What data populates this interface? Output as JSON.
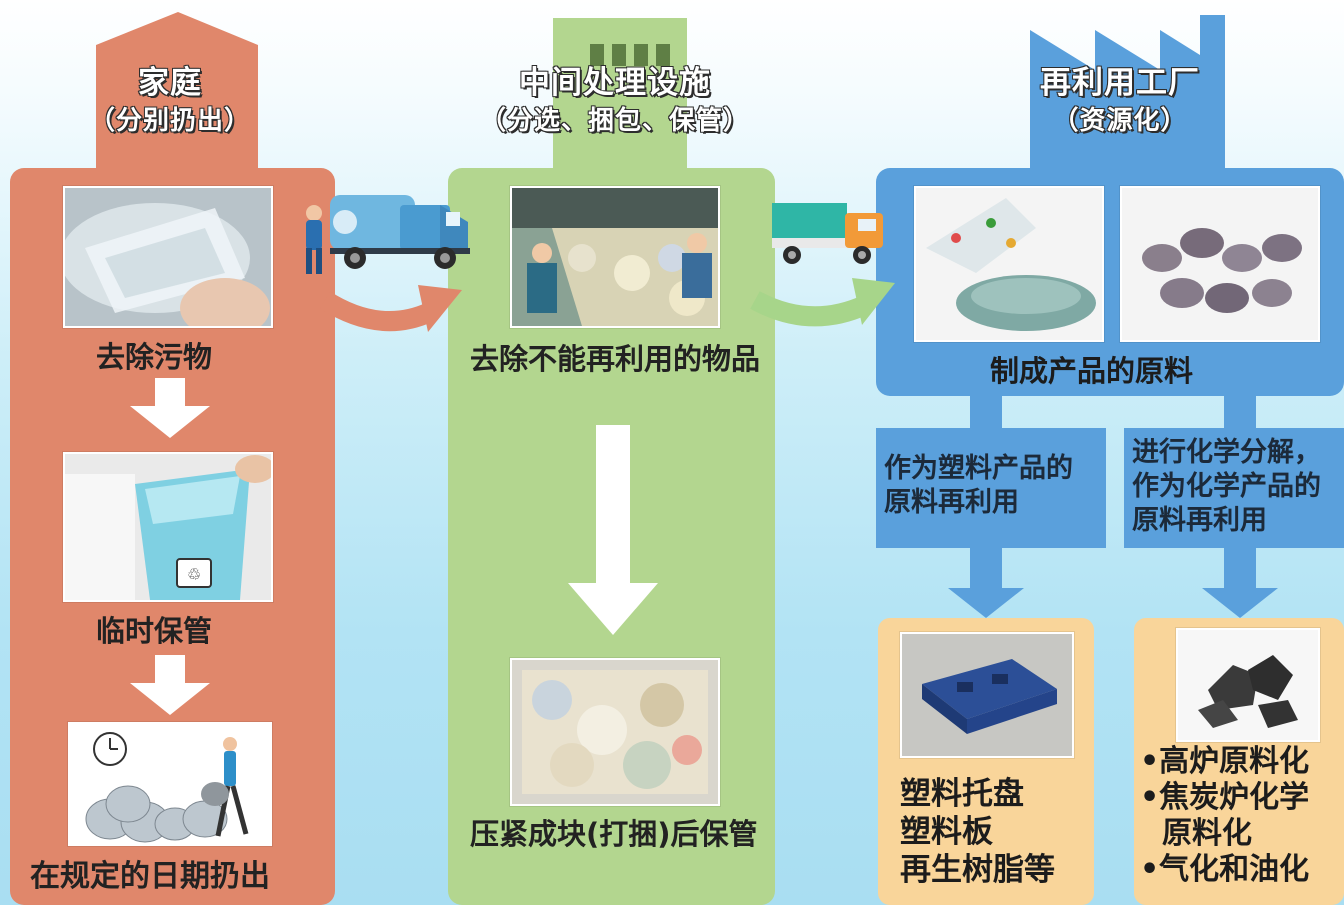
{
  "household": {
    "title": "家庭",
    "subtitle": "（分别扔出）",
    "steps": [
      "去除污物",
      "临时保管",
      "在规定的日期扔出"
    ]
  },
  "facility": {
    "title": "中间处理设施",
    "subtitle": "（分选、捆包、保管）",
    "steps": [
      "去除不能再利用的物品",
      "压紧成块(打捆)后保管"
    ]
  },
  "factory": {
    "title": "再利用工厂",
    "subtitle": "（资源化）",
    "step": "制成产品的原料",
    "branch_left": "作为塑料产品的原料再利用",
    "branch_right": "进行化学分解，作为化学产品的原料再利用",
    "left_products": [
      "塑料托盘",
      "塑料板",
      "再生树脂等"
    ],
    "right_products": [
      "•高炉原料化",
      "•焦炭炉化学",
      "原料化",
      "•气化和油化"
    ]
  },
  "colors": {
    "household": "#e0876b",
    "facility": "#b3d68f",
    "factory": "#5aa0dc",
    "product_box": "#f9d59a",
    "arrow_orange": "#e0876b",
    "arrow_green": "#9ccc7d"
  },
  "icons": [
    "garbage-truck-icon",
    "worker-icon",
    "delivery-truck-icon",
    "clock-icon",
    "person-walking-icon",
    "trash-bag-icon"
  ]
}
